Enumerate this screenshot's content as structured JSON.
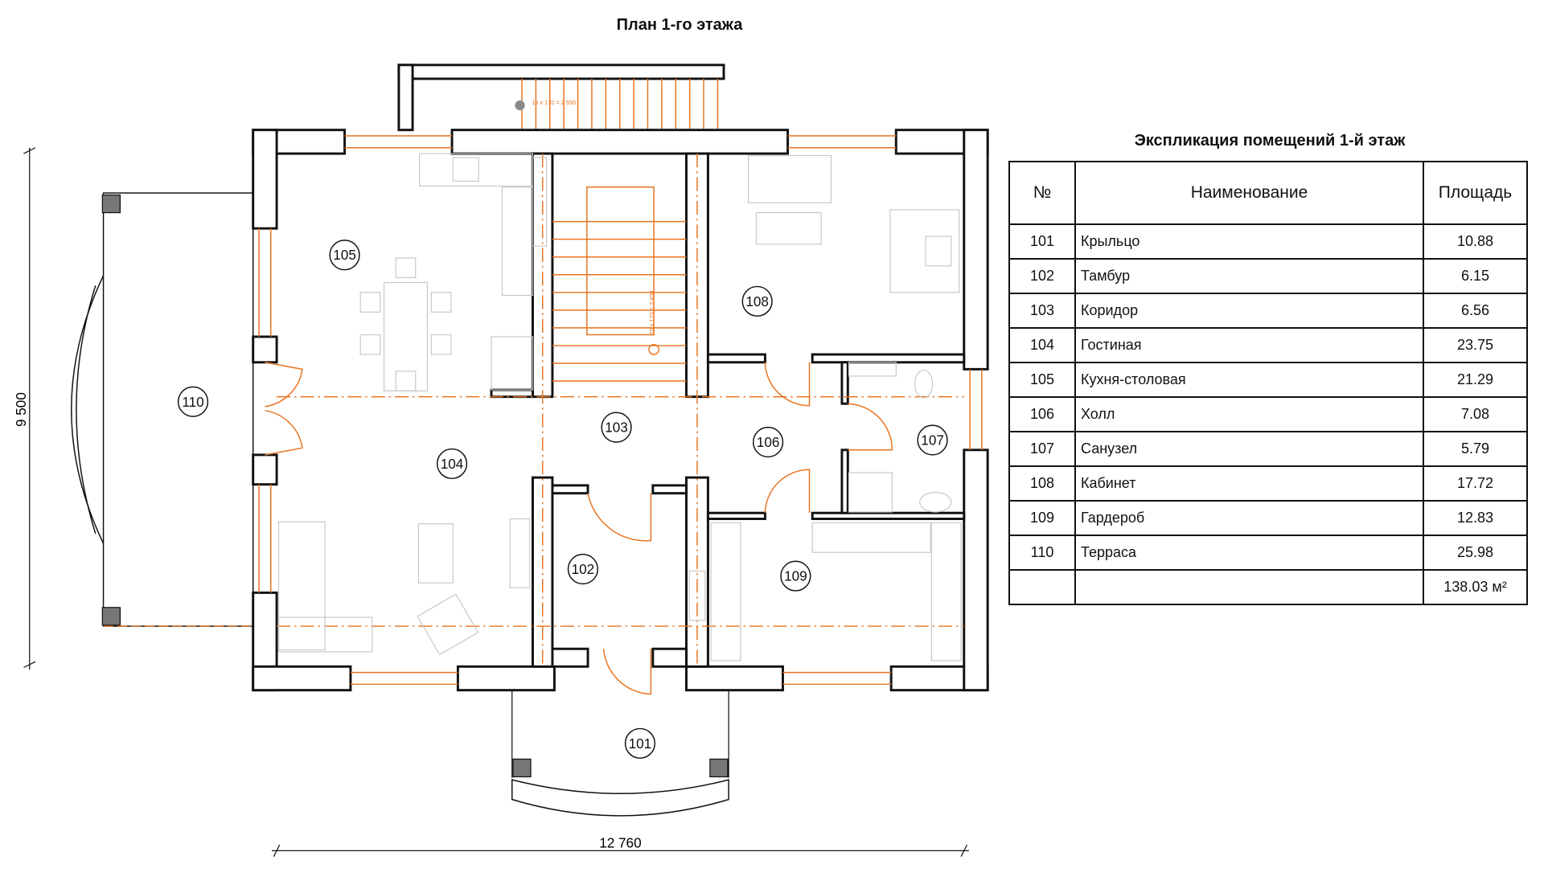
{
  "plan": {
    "title": "План 1-го этажа",
    "dimension_width": "12 760",
    "dimension_height": "9 500",
    "outer_stair_label": "15 x 170 = 2 550",
    "inner_stair_label": "20 x 173 = 3 450",
    "rooms": [
      "101",
      "102",
      "103",
      "104",
      "105",
      "106",
      "107",
      "108",
      "109",
      "110"
    ]
  },
  "explication": {
    "title": "Экспликация помещений 1-й этаж",
    "headers": {
      "num": "№",
      "name": "Наименование",
      "area": "Площадь"
    },
    "rows": [
      {
        "num": "101",
        "name": "Крыльцо",
        "area": "10.88"
      },
      {
        "num": "102",
        "name": "Тамбур",
        "area": "6.15"
      },
      {
        "num": "103",
        "name": "Коридор",
        "area": "6.56"
      },
      {
        "num": "104",
        "name": "Гостиная",
        "area": "23.75"
      },
      {
        "num": "105",
        "name": "Кухня-столовая",
        "area": "21.29"
      },
      {
        "num": "106",
        "name": "Холл",
        "area": "7.08"
      },
      {
        "num": "107",
        "name": "Санузел",
        "area": "5.79"
      },
      {
        "num": "108",
        "name": "Кабинет",
        "area": "17.72"
      },
      {
        "num": "109",
        "name": "Гардероб",
        "area": "12.83"
      },
      {
        "num": "110",
        "name": "Терраса",
        "area": "25.98"
      }
    ],
    "total": "138.03 м²"
  },
  "colors": {
    "accent": "#e8731f",
    "wall": "#111111"
  }
}
